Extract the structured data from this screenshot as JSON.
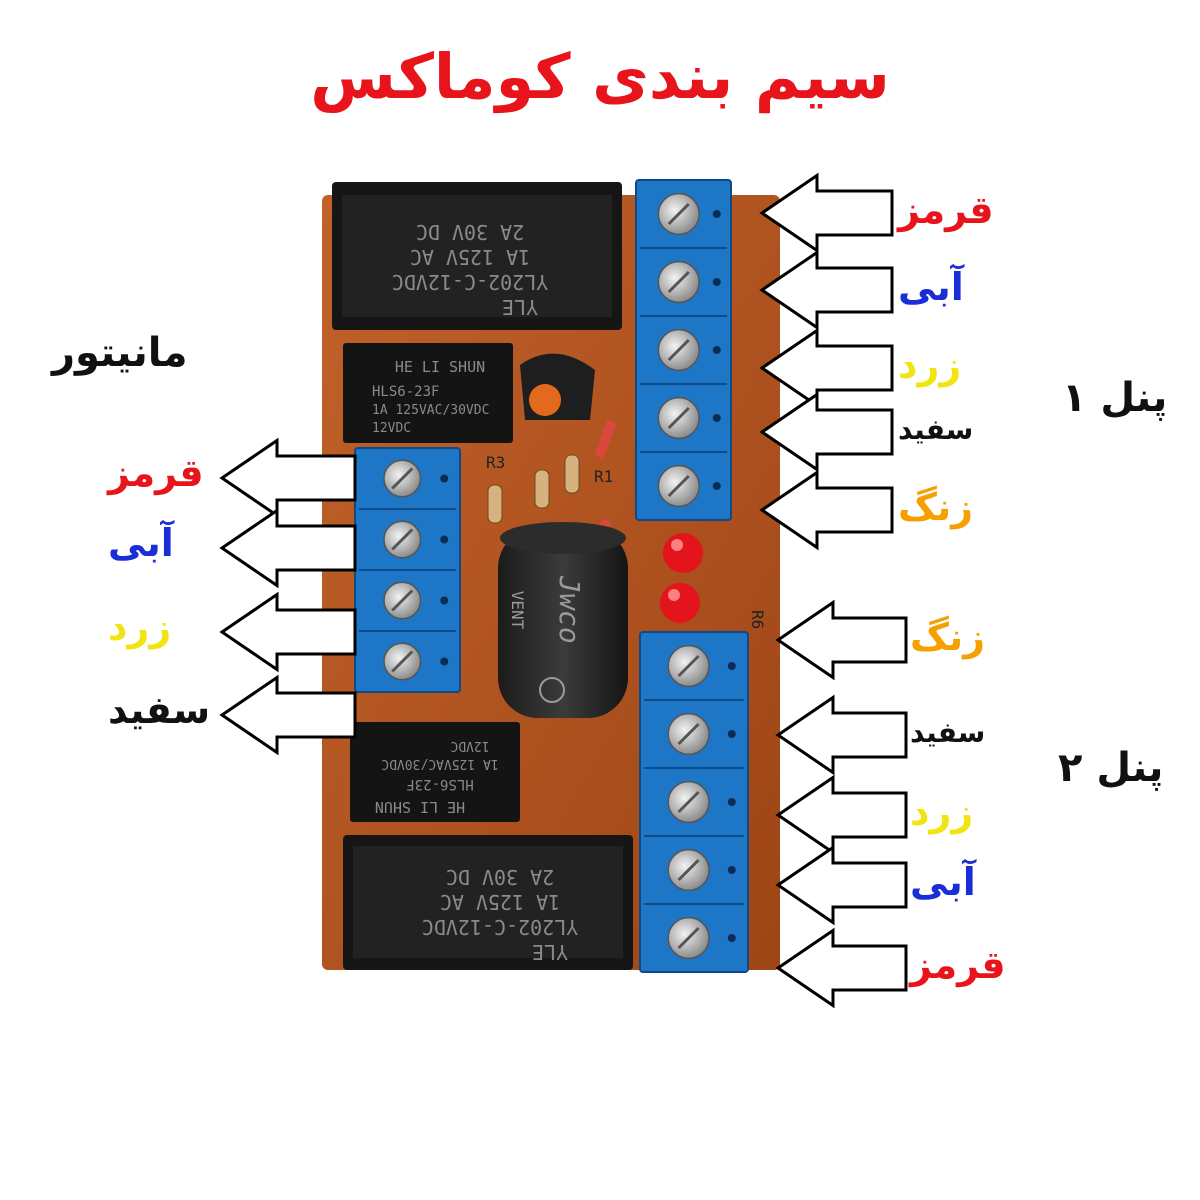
{
  "title": "سیم بندی کوماکس",
  "colors": {
    "title": "#e8141c",
    "red": "#e8141c",
    "blue": "#1a2ed8",
    "yellow": "#f2e410",
    "white": "#111111",
    "bell": "#f5a000",
    "terminal": "#1d76c6",
    "pcb": "#b8571e",
    "relay": "#1a1a1a"
  },
  "groups": {
    "monitor": "مانیتور",
    "panel1": "پنل ۱",
    "panel2": "پنل ۲"
  },
  "monitor_wires": [
    {
      "label": "قرمز",
      "color": "red"
    },
    {
      "label": "آبی",
      "color": "blue"
    },
    {
      "label": "زرد",
      "color": "yellow"
    },
    {
      "label": "سفید",
      "color": "white"
    }
  ],
  "panel1_wires": [
    {
      "label": "قرمز",
      "color": "red"
    },
    {
      "label": "آبی",
      "color": "blue"
    },
    {
      "label": "زرد",
      "color": "yellow"
    },
    {
      "label": "سفید",
      "color": "white"
    },
    {
      "label": "زنگ",
      "color": "bell"
    }
  ],
  "panel2_wires": [
    {
      "label": "زنگ",
      "color": "bell"
    },
    {
      "label": "سفید",
      "color": "white"
    },
    {
      "label": "زرد",
      "color": "yellow"
    },
    {
      "label": "آبی",
      "color": "blue"
    },
    {
      "label": "قرمز",
      "color": "red"
    }
  ],
  "components": {
    "relay_large_top": [
      "2A  30V DC",
      "1A 125V AC",
      "YL202-C-12VDC",
      "YLE"
    ],
    "relay_small_top": [
      "HE LI SHUN",
      "HLS6-23F",
      "1A 125VAC/30VDC",
      "12VDC"
    ],
    "relay_small_bottom": [
      "12VDC",
      "1A 125VAC/30VDC",
      "HLS6-23F",
      "HE LI SHUN"
    ],
    "relay_large_bottom": [
      "2A  30V DC",
      "1A 125V AC",
      "YL202-C-12VDC",
      "YLE"
    ],
    "capacitor": [
      "Jwco",
      "VENT"
    ],
    "silkscreen": [
      "R3",
      "R1",
      "R6"
    ]
  }
}
